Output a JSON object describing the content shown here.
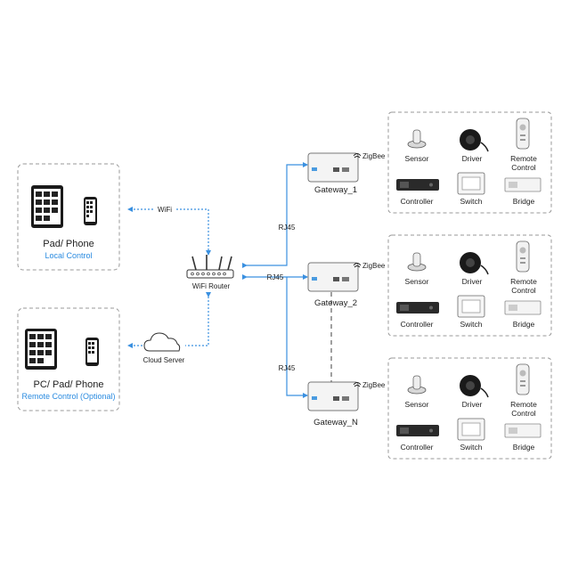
{
  "devices": {
    "local_title": "Pad/ Phone",
    "local_sub": "Local Control",
    "remote_title": "PC/ Pad/ Phone",
    "remote_sub": "Remote Control (Optional)"
  },
  "network": {
    "wifi": "WiFi",
    "router": "WiFi Router",
    "cloud": "Cloud Server",
    "rj45": "RJ45",
    "zigbee": "ZigBee"
  },
  "gateways": [
    {
      "name": "Gateway_1",
      "devices": {
        "sensor": "Sensor",
        "driver": "Driver",
        "remote_a": "Remote",
        "remote_b": "Control",
        "controller": "Controller",
        "switch": "Switch",
        "bridge": "Bridge"
      }
    },
    {
      "name": "Gateway_2",
      "devices": {
        "sensor": "Sensor",
        "driver": "Driver",
        "remote_a": "Remote",
        "remote_b": "Control",
        "controller": "Controller",
        "switch": "Switch",
        "bridge": "Bridge"
      }
    },
    {
      "name": "Gateway_N",
      "devices": {
        "sensor": "Sensor",
        "driver": "Driver",
        "remote_a": "Remote",
        "remote_b": "Control",
        "controller": "Controller",
        "switch": "Switch",
        "bridge": "Bridge"
      }
    }
  ],
  "colors": {
    "accent_blue": "#2a8be0",
    "line_blue": "#3a90e0",
    "box_gray": "#999999"
  }
}
